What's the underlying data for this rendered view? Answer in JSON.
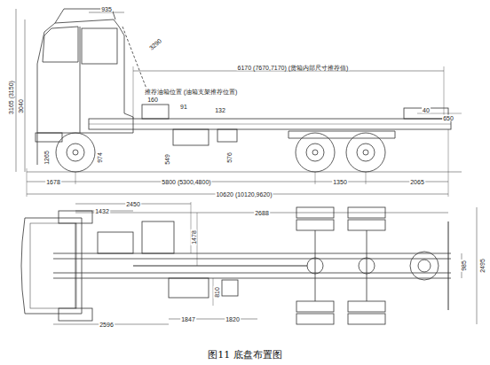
{
  "diagram": {
    "caption": "图11  底盘布置图",
    "labels": [
      "935",
      "3290",
      "6170 (7670,7170) (货箱内部尺寸推荐值)",
      "3165 (3150)",
      "3040",
      "推荐油箱位置 (油箱支架推荐位置)",
      "160",
      "91",
      "132",
      "40",
      "650",
      "549",
      "576",
      "974",
      "1265",
      "1678",
      "5800 (5300,4800)",
      "1350",
      "2065",
      "10620 (10120,9620)",
      "2450",
      "1432",
      "2688",
      "1478",
      "985",
      "2495",
      "2596",
      "1847",
      "1820",
      "810"
    ]
  }
}
